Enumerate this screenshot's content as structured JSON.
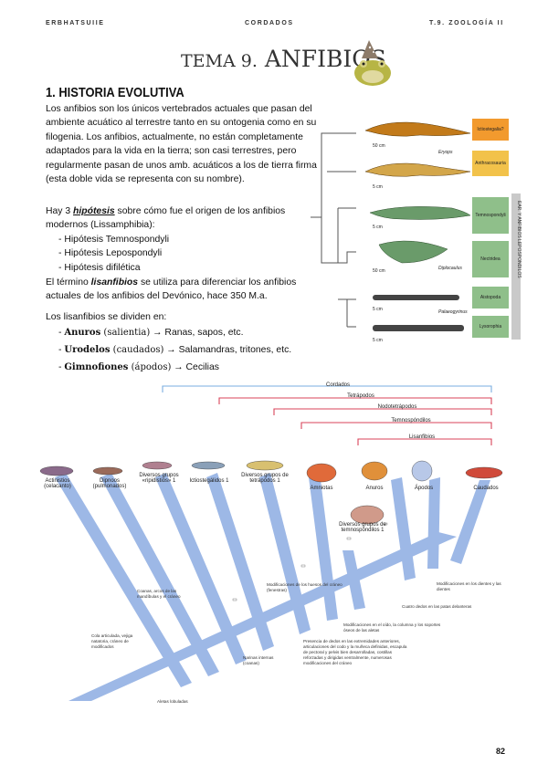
{
  "header": {
    "author": "ERBHATSUIIE",
    "subject": "CORDADOS",
    "course": "T.9.  ZOOLOGÍA II"
  },
  "title": {
    "prefix": "TEMA 9.",
    "main": "ANFIBIOS"
  },
  "section1": {
    "heading": "1. HISTORIA EVOLUTIVA",
    "intro": "Los anfibios son los únicos vertebrados actuales que pasan del ambiente acuático al terrestre tanto en su ontogenia como en su filogenia. Los anfibios, actualmente, no están completamente adaptados para la vida en la tierra; son casi terrestres, pero regularmente pasan de unos amb. acuáticos a los de tierra firma (esta doble vida se representa con su nombre).",
    "hyp_lead": "Hay 3 ",
    "hyp_word": "hipótesis",
    "hyp_rest": " sobre cómo fue el origen de los anfibios modernos (Lissamphibia):",
    "hypotheses": [
      "Hipótesis Temnospondyli",
      "Hipótesis Lepospondyli",
      "Hipótesis difilética"
    ],
    "lis_lead": "El término ",
    "lis_word": "lisanfibios",
    "lis_rest": " se utiliza para diferenciar los anfibios actuales de los anfibios del Devónico, hace 350 M.a.",
    "div_lead": "Los lisanfibios se dividen en:",
    "orders": [
      {
        "name": "Anuros",
        "alt": "(salientia)",
        "ex": "→ Ranas, sapos, etc."
      },
      {
        "name": "Urodelos",
        "alt": "(caudados)",
        "ex": "→ Salamandras, tritones, etc."
      },
      {
        "name": "Gimnofiones",
        "alt": "(ápodos)",
        "ex": "→ Cecilias"
      }
    ]
  },
  "tree1": {
    "scales": [
      "50 cm",
      "5 cm",
      "5 cm",
      "50 cm",
      "5 cm",
      "5 cm"
    ],
    "species": [
      "Eryops",
      "Diplocaulus",
      "Palaeogyrinus"
    ],
    "groups": [
      {
        "label": "Ictiostegalia?",
        "color": "#f29a2e"
      },
      {
        "label": "Anthracosauria",
        "color": "#f2c24a"
      },
      {
        "label": "Temnospondyli",
        "color": "#8fbf8a"
      },
      {
        "label": "Nectridea",
        "color": "#8fbf8a"
      },
      {
        "label": "Aistopoda",
        "color": "#8fbf8a"
      },
      {
        "label": "Lysorophia",
        "color": "#8fbf8a"
      }
    ],
    "side_label": "EAR. Y ANFIBIOS LEPOSPONDILOS"
  },
  "tree2": {
    "brackets": [
      "Cordados",
      "Tetrápodos",
      "Nodotetrápodos",
      "Temnospóndilos",
      "Lisanfibios"
    ],
    "taxa": [
      "Actinistios (celacanto)",
      "Dipnoos (pulmonados)",
      "Diversos grupos «ripidistios» 1",
      "Ictiostegálidos 1",
      "Diversos grupos de tetrápodos 1",
      "Amniotas",
      "Anuros",
      "Ápodos",
      "Caudados"
    ],
    "extra_taxon": "Diversos grupos de temnospóndilos 1",
    "notes": [
      "Modificaciones de los huesos del cráneo (fenestras)",
      "Modificaciones en los dientes y las dientes",
      "Cuatro dedos en las patas delanteras",
      "Modificaciones en el oído, la columna y los soportes óseos de las aletas",
      "Coanas, arcos de las mandíbulas y el cráneo",
      "Presencia de dedos en las extremidades anteriores, articulaciones del codo y la muñeca definidas, escapula de pectoral y pelvis bien desarrolladas, costillas reforzadas y dirigidas ventralmente, numerosas modificaciones del cráneo",
      "Cola articulada, vejiga natatoria, cráneo de modificados",
      "Narinas internas (coanas)",
      "Aletas lobuladas"
    ]
  },
  "page_number": "82"
}
